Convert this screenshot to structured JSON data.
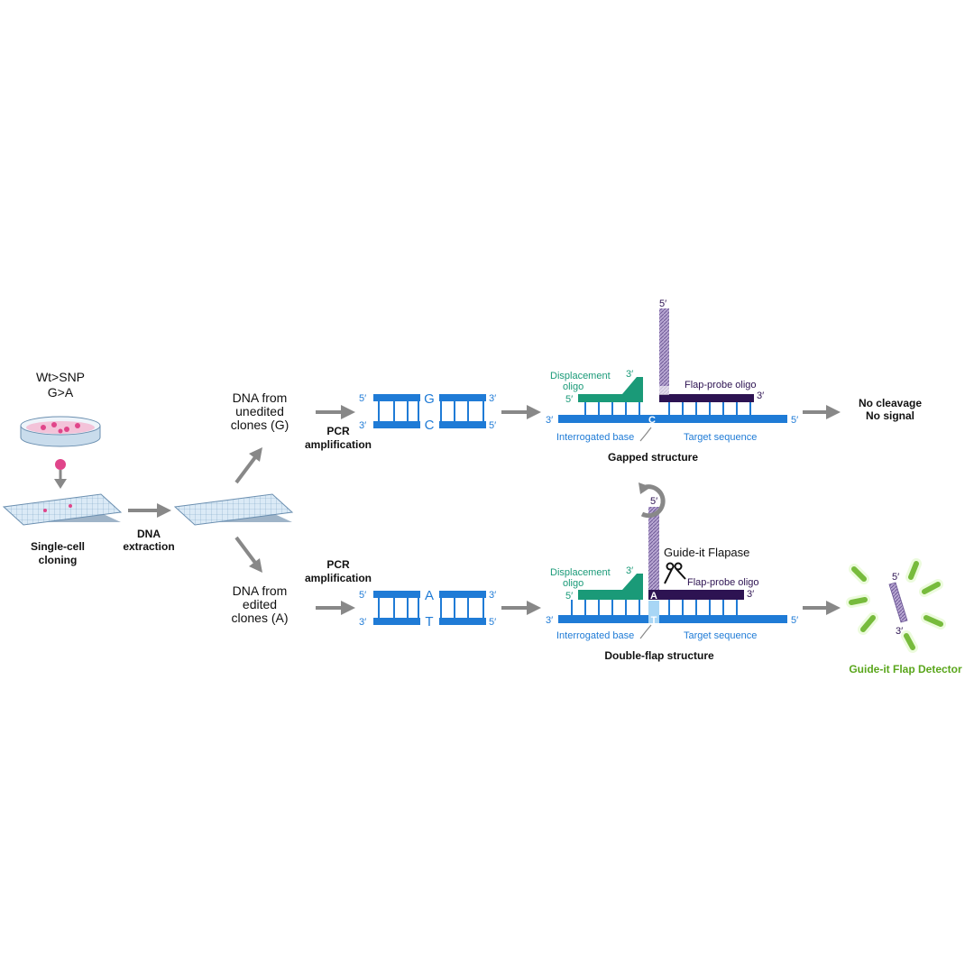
{
  "colors": {
    "dna_blue": "#1f7bd6",
    "displacement_green": "#1a9a78",
    "probe_purple": "#2d1352",
    "flap_lavender": "#9a86b8",
    "arrow_grey": "#888888",
    "detector_green": "#5aa61c",
    "colony_pink": "#e0458a"
  },
  "left": {
    "title_line1": "Wt>SNP",
    "title_line2": "G>A",
    "cloning_line1": "Single-cell",
    "cloning_line2": "cloning",
    "extraction_line1": "DNA",
    "extraction_line2": "extraction"
  },
  "top_row": {
    "source_line1": "DNA from",
    "source_line2": "unedited",
    "source_line3": "clones (G)",
    "pcr_line1": "PCR",
    "pcr_line2": "amplification",
    "duplex": {
      "top_5": "5′",
      "top_3": "3′",
      "bot_3": "3′",
      "bot_5": "5′",
      "top_base": "G",
      "bot_base": "C"
    },
    "structure": {
      "displacement_line1": "Displacement",
      "displacement_line2": "oligo",
      "disp_3": "3′",
      "disp_5": "5′",
      "flap_5": "5′",
      "probe_label": "Flap-probe oligo",
      "probe_3": "3′",
      "target_3": "3′",
      "target_5": "5′",
      "target_base": "C",
      "interrogated": "Interrogated base",
      "target_seq": "Target sequence",
      "caption": "Gapped structure"
    },
    "result_line1": "No cleavage",
    "result_line2": "No signal"
  },
  "bottom_row": {
    "source_line1": "DNA from",
    "source_line2": "edited",
    "source_line3": "clones (A)",
    "pcr_line1": "PCR",
    "pcr_line2": "amplification",
    "duplex": {
      "top_5": "5′",
      "top_3": "3′",
      "bot_3": "3′",
      "bot_5": "5′",
      "top_base": "A",
      "bot_base": "T"
    },
    "structure": {
      "enzyme": "Guide-it Flapase",
      "displacement_line1": "Displacement",
      "displacement_line2": "oligo",
      "disp_3": "3′",
      "disp_5": "5′",
      "flap_5": "5′",
      "probe_label": "Flap-probe oligo",
      "probe_3": "3′",
      "probe_base": "A",
      "target_3": "3′",
      "target_5": "5′",
      "target_base": "T",
      "interrogated": "Interrogated base",
      "target_seq": "Target sequence",
      "caption": "Double-flap structure"
    },
    "detector": {
      "end_5": "5′",
      "end_3": "3′",
      "label": "Guide-it Flap Detector"
    }
  }
}
